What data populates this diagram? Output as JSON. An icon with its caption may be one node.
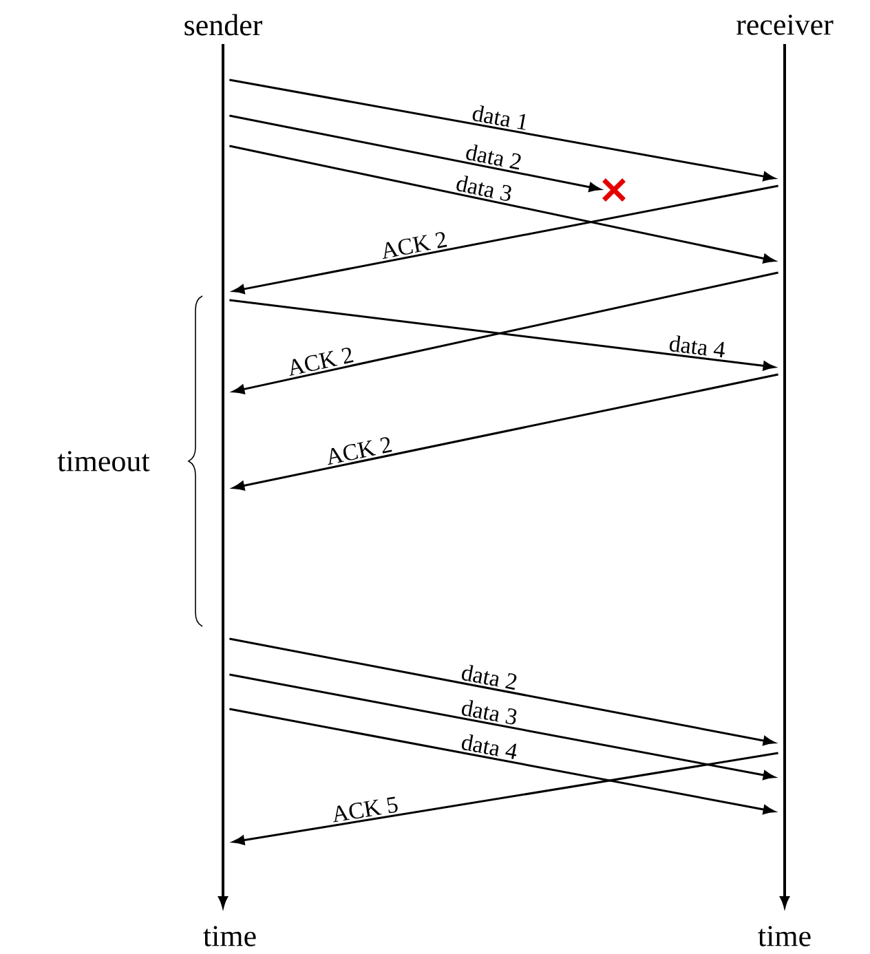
{
  "diagram": {
    "nodes": [
      {
        "text": [],
        "shape": "bar",
        "beside": [
          "sender",
          "time"
        ]
      },
      {
        "text": [],
        "shape": "bar",
        "beside": [
          "receiver",
          "time"
        ]
      },
      {
        "text": [],
        "shape": "cross"
      }
    ],
    "edges": [
      {
        "from": 0,
        "to": 1,
        "arrow": "to",
        "label": "data 1"
      },
      {
        "from": 0,
        "to": 2,
        "arrow": "to",
        "label": "data 2"
      },
      {
        "from": 0,
        "to": 1,
        "arrow": "to",
        "label": "data 3"
      },
      {
        "from": 1,
        "to": 0,
        "arrow": "to",
        "label": "ACK 2"
      },
      {
        "from": 0,
        "to": 1,
        "arrow": "to",
        "label": "data 4"
      },
      {
        "from": 1,
        "to": 0,
        "arrow": "to",
        "label": "ACK 2"
      },
      {
        "from": 1,
        "to": 0,
        "arrow": "to",
        "label": "ACK 2"
      },
      {
        "from": 0,
        "to": 1,
        "arrow": "to",
        "label": "data 2"
      },
      {
        "from": 0,
        "to": 1,
        "arrow": "to",
        "label": "data 3"
      },
      {
        "from": 0,
        "to": 1,
        "arrow": "to",
        "label": "data 4"
      },
      {
        "from": 1,
        "to": 0,
        "arrow": "to",
        "label": "ACK 5"
      }
    ],
    "labels": [
      "timeout"
    ]
  }
}
